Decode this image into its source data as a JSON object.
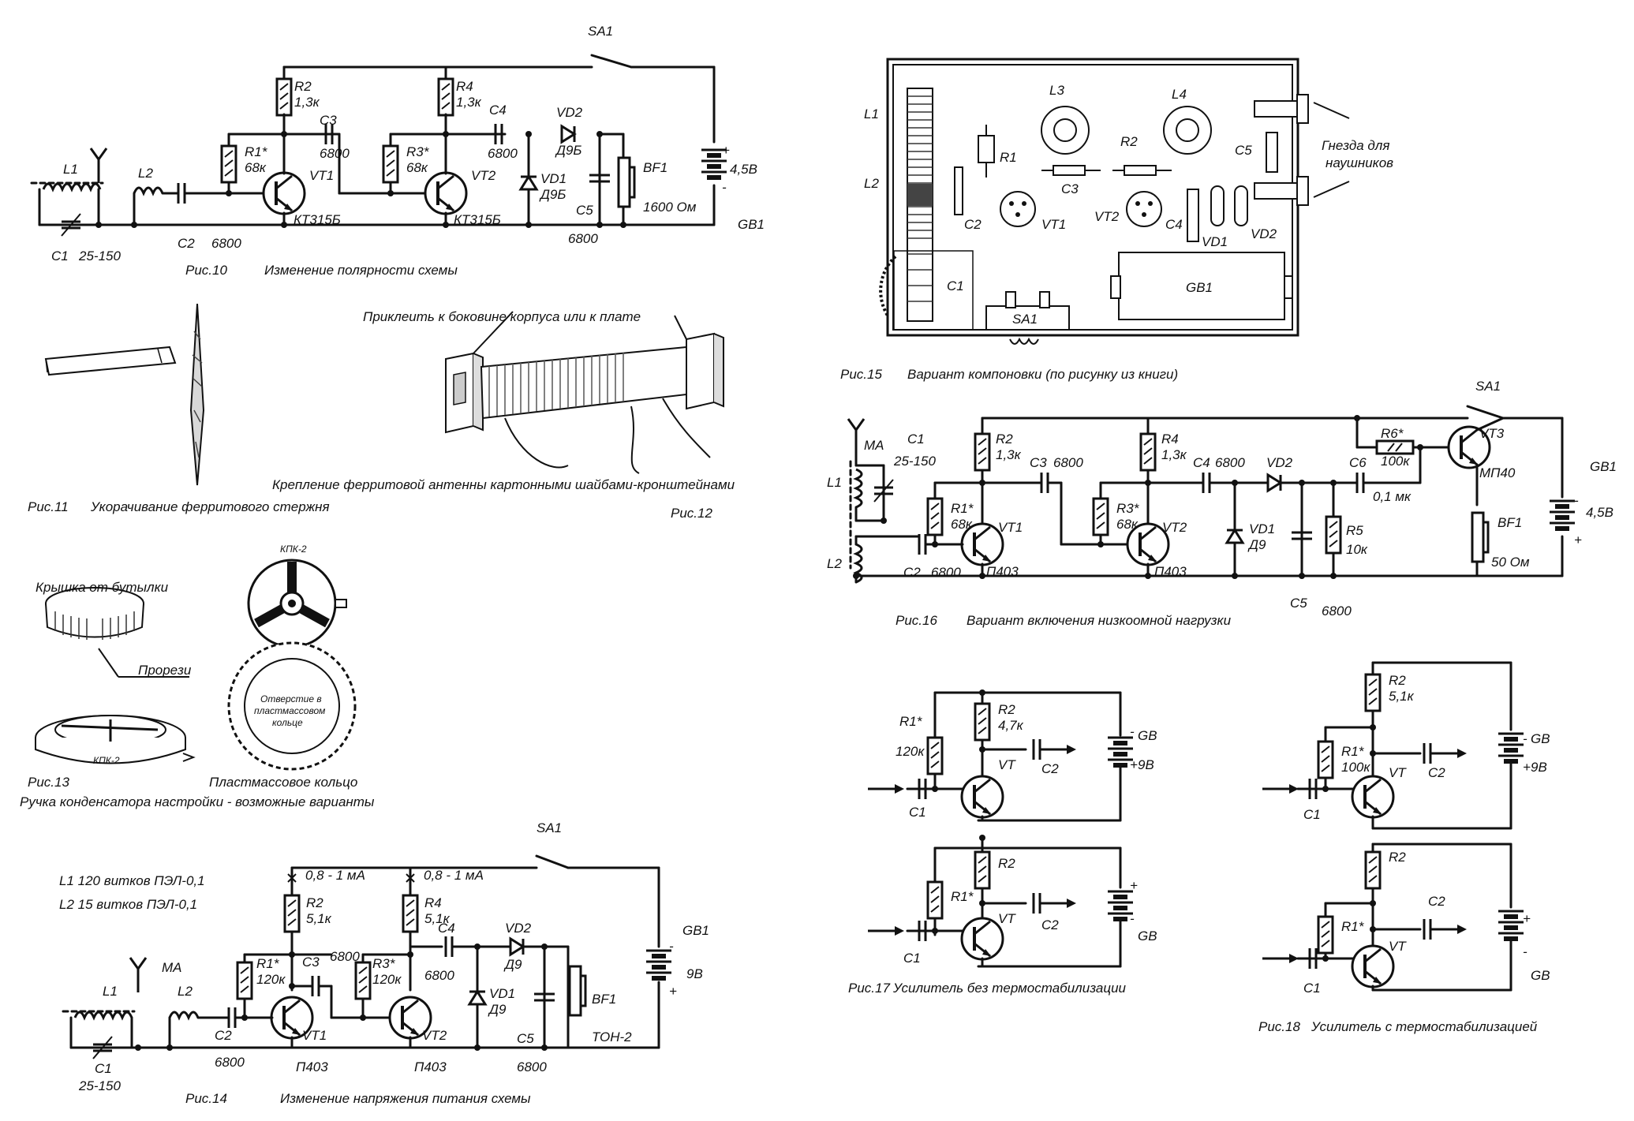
{
  "fig10": {
    "sa1": "SA1",
    "r2": "R2",
    "r2v": "1,3к",
    "r4": "R4",
    "r4v": "1,3к",
    "c3": "C3",
    "c3v": "6800",
    "c4": "C4",
    "c4v": "6800",
    "vd2": "VD2",
    "vd2t": "Д9Б",
    "r1": "R1*",
    "r1v": "68к",
    "r3": "R3*",
    "r3v": "68к",
    "vt1": "VT1",
    "vt2": "VT2",
    "vd1": "VD1",
    "vd1t": "Д9Б",
    "bf1": "BF1",
    "bf1v": "1600 Ом",
    "c5": "C5",
    "c5v": "6800",
    "l1": "L1",
    "l2": "L2",
    "c1": "C1",
    "c1v": "25-150",
    "c2": "C2",
    "c2v": "6800",
    "t1": "КТ315Б",
    "t2": "КТ315Б",
    "gb1": "GB1",
    "gbv": "4,5В",
    "plus": "+",
    "minus": "-",
    "fig": "Рис.10",
    "caption": "Изменение полярности схемы"
  },
  "fig11": {
    "fig": "Рис.11",
    "caption": "Укорачивание ферритового стержня"
  },
  "fig12": {
    "note": "Приклеить к боковине корпуса или к плате",
    "caption": "Крепление ферритовой антенны картонными шайбами-кронштейнами",
    "fig": "Рис.12"
  },
  "fig13": {
    "cap_label": "Крышка от бутылки",
    "slots": "Прорези",
    "kpk_top": "КПК-2",
    "kpk_bottom": "КПК-2",
    "hole": [
      "Отверстие в",
      "пластмассовом",
      "кольце"
    ],
    "ring": "Пластмассовое кольцо",
    "fig": "Рис.13",
    "caption": "Ручка конденсатора настройки - возможные варианты"
  },
  "fig14": {
    "l1turns": "L1 120 витков ПЭЛ-0,1",
    "l2turns": "L2 15 витков ПЭЛ-0,1",
    "sa1": "SA1",
    "cur1": "0,8 - 1 мА",
    "cur2": "0,8 - 1 мА",
    "r2": "R2",
    "r2v": "5,1к",
    "r4": "R4",
    "r4v": "5,1к",
    "c4": "C4",
    "c4v": "6800",
    "vd2": "VD2",
    "vd2t": "Д9",
    "gb1": "GB1",
    "gbv": "9В",
    "ma": "MA",
    "r1": "R1*",
    "r1v": "120к",
    "c3": "C3",
    "c3v": "6800",
    "r3": "R3*",
    "r3v": "120к",
    "vd1": "VD1",
    "vd1t": "Д9",
    "bf1": "BF1",
    "bf1v": "ТОН-2",
    "l1": "L1",
    "l2": "L2",
    "c2": "C2",
    "c2v": "6800",
    "vt1": "VT1",
    "vt2": "VT2",
    "c5": "C5",
    "c5v": "6800",
    "c1": "C1",
    "c1v": "25-150",
    "t1": "П403",
    "t2": "П403",
    "plus": "+",
    "minus": "-",
    "fig": "Рис.14",
    "caption": "Изменение напряжения питания схемы"
  },
  "fig15": {
    "l1": "L1",
    "l2": "L2",
    "l3": "L3",
    "l4": "L4",
    "r1": "R1",
    "r2": "R2",
    "c2": "C2",
    "c3": "C3",
    "c4": "C4",
    "c5": "C5",
    "vt1": "VT1",
    "vt2": "VT2",
    "vd1": "VD1",
    "vd2": "VD2",
    "c1": "C1",
    "sa1": "SA1",
    "gb1": "GB1",
    "jacks": [
      "Гнезда для",
      "наушников"
    ],
    "fig": "Рис.15",
    "caption": "Вариант компоновки (по рисунку из книги)"
  },
  "fig16": {
    "sa1": "SA1",
    "vt3": "VT3",
    "vt3t": "МП40",
    "ma": "MA",
    "c1": "C1",
    "c1v": "25-150",
    "r2": "R2",
    "r2v": "1,3к",
    "c3": "C3",
    "c3v": "6800",
    "r4": "R4",
    "r4v": "1,3к",
    "c4": "C4",
    "c4v": "6800",
    "vd2": "VD2",
    "r6": "R6*",
    "r6v": "100к",
    "c6": "C6",
    "c6v": "0,1 мк",
    "gb1": "GB1",
    "gbv": "4,5В",
    "l1": "L1",
    "l2": "L2",
    "r1": "R1*",
    "r1v": "68к",
    "r3": "R3*",
    "r3v": "68к",
    "vt1": "VT1",
    "vt2": "VT2",
    "vd1": "VD1",
    "vd1t": "Д9",
    "bf1": "BF1",
    "bf1v": "50 Ом",
    "r5": "R5",
    "r5v": "10к",
    "c2": "C2",
    "c2v": "6800",
    "t1": "П403",
    "t2": "П403",
    "c5": "C5",
    "c5v": "6800",
    "plus": "+",
    "minus": "-",
    "fig": "Рис.16",
    "caption": "Вариант включения низкоомной нагрузки"
  },
  "fig17": {
    "r1": "R1*",
    "r1v": "120к",
    "r2": "R2",
    "r2v": "4,7к",
    "vt": "VT",
    "c1": "C1",
    "c2": "C2",
    "gb": "GB",
    "gbv": "9В",
    "plus": "+",
    "minus": "-",
    "fig": "Рис.17",
    "caption": "Усилитель без термостабилизации"
  },
  "fig18": {
    "r1": "R1*",
    "r1v": "100к",
    "r2": "R2",
    "r2v": "5,1к",
    "vt": "VT",
    "c1": "C1",
    "c2": "C2",
    "gb": "GB",
    "gbv": "9В",
    "plus": "+",
    "minus": "-",
    "fig": "Рис.18",
    "caption": "Усилитель с термостабилизацией"
  }
}
